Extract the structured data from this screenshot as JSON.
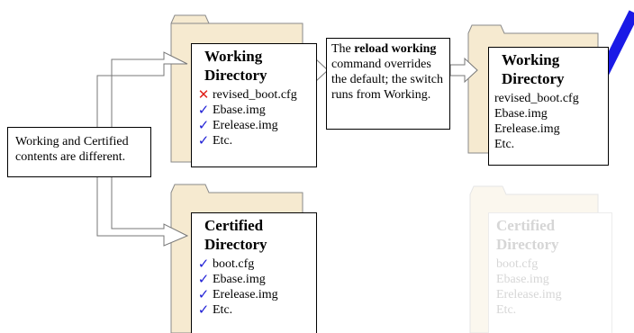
{
  "working_box": {
    "title_line1": "Working",
    "title_line2": "Directory",
    "items": [
      {
        "text": "revised_boot.cfg",
        "icon": "cross-icon"
      },
      {
        "text": "Ebase.img",
        "icon": "check-icon"
      },
      {
        "text": "Erelease.img",
        "icon": "check-icon"
      },
      {
        "text": "Etc.",
        "icon": "check-icon"
      }
    ]
  },
  "certified_box": {
    "title_line1": "Certified",
    "title_line2": "Directory",
    "items": [
      {
        "text": "boot.cfg",
        "icon": "check-icon"
      },
      {
        "text": "Ebase.img",
        "icon": "check-icon"
      },
      {
        "text": "Erelease.img",
        "icon": "check-icon"
      },
      {
        "text": "Etc.",
        "icon": "check-icon"
      }
    ]
  },
  "left_note": {
    "line1": "Working and Certified",
    "line2": "contents are different."
  },
  "middle_note": {
    "prefix": "The ",
    "bold": "reload working",
    "rest": "command overrides the default; the switch runs from Working."
  },
  "result_working_box": {
    "title_line1": "Working",
    "title_line2": "Directory",
    "items": [
      "revised_boot.cfg",
      "Ebase.img",
      "Erelease.img",
      "Etc."
    ]
  },
  "faded_certified_box": {
    "title_line1": "Certified",
    "title_line2": "Directory",
    "items": [
      "boot.cfg",
      "Ebase.img",
      "Erelease.img",
      "Etc."
    ]
  },
  "colors": {
    "folder_fill": "#f6ead0",
    "check": "#1f1fd6",
    "cross": "#e0201a",
    "big_check": "#1a1ae6"
  }
}
